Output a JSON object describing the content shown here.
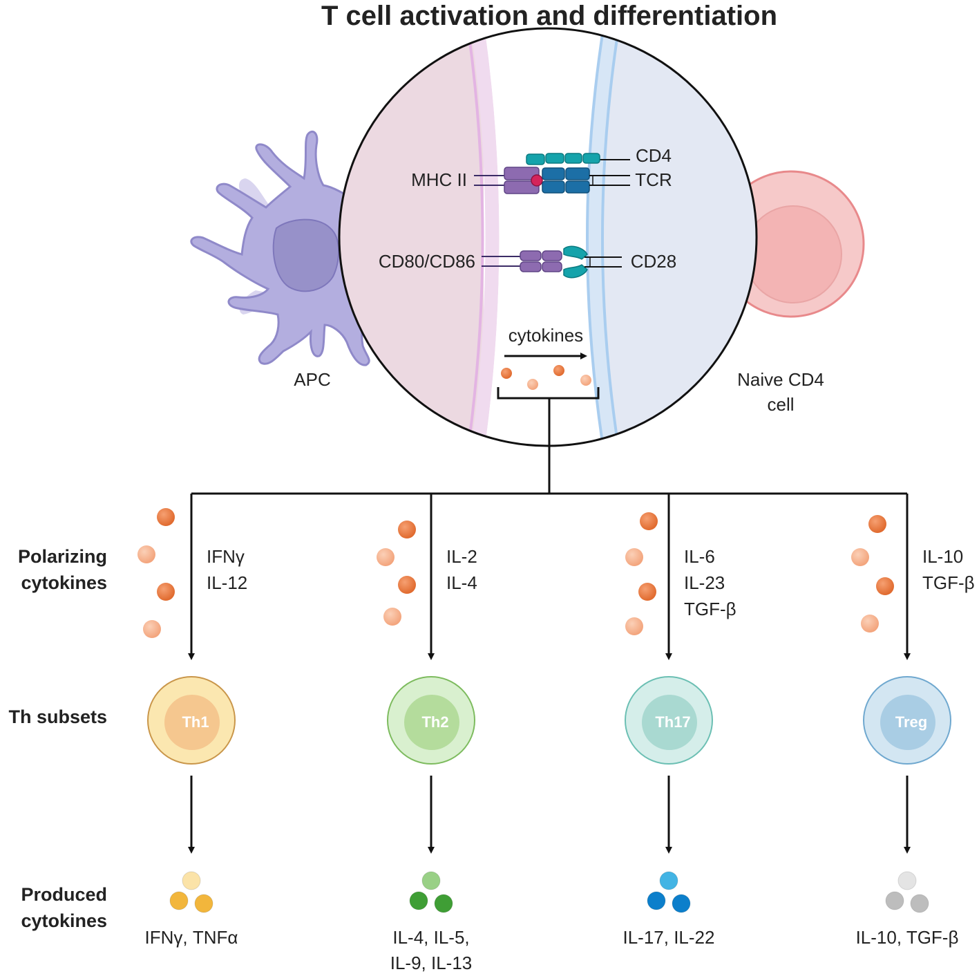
{
  "title": "T cell activation and differentiation",
  "cells": {
    "apc": "APC",
    "naive": [
      "Naive CD4",
      "cell"
    ]
  },
  "synapse": {
    "cd4": "CD4",
    "tcr": "TCR",
    "mhc": "MHC II",
    "cd80": "CD80/CD86",
    "cd28": "CD28",
    "cytokines": "cytokines"
  },
  "rows": {
    "polarizing": [
      "Polarizing",
      "cytokines"
    ],
    "subsets": "Th subsets",
    "produced": [
      "Produced",
      "cytokines"
    ]
  },
  "branches": [
    {
      "subset": "Th1",
      "polarizing": [
        "IFNγ",
        "IL-12"
      ],
      "produced": [
        "IFNγ, TNFα"
      ],
      "color": "#fbe7b0",
      "inner": "#f5c78f",
      "stroke": "#c9964a",
      "dot_light": "#fbe3a8",
      "dot_dark": "#f2b63c"
    },
    {
      "subset": "Th2",
      "polarizing": [
        "IL-2",
        "IL-4"
      ],
      "produced": [
        "IL-4, IL-5,",
        "IL-9, IL-13"
      ],
      "color": "#d9f0cf",
      "inner": "#b4dc9c",
      "stroke": "#7dbb5e",
      "dot_light": "#99d086",
      "dot_dark": "#3f9e35"
    },
    {
      "subset": "Th17",
      "polarizing": [
        "IL-6",
        "IL-23",
        "TGF-β"
      ],
      "produced": [
        "IL-17, IL-22"
      ],
      "color": "#d5eeea",
      "inner": "#a9d9d1",
      "stroke": "#6bbfb3",
      "dot_light": "#43b4e4",
      "dot_dark": "#0c7fcb"
    },
    {
      "subset": "Treg",
      "polarizing": [
        "IL-10",
        "TGF-β"
      ],
      "produced": [
        "IL-10, TGF-β"
      ],
      "color": "#d3e6f2",
      "inner": "#a9cde4",
      "stroke": "#6fa8cf",
      "dot_light": "#e4e4e4",
      "dot_dark": "#bdbdbd"
    }
  ],
  "colors": {
    "apc": "#b3aedf",
    "apc_nucleus": "#9791c9",
    "naive": "#f6c9c9",
    "naive_stroke": "#e8898b",
    "synapse_left": "#ecd9e1",
    "synapse_right": "#e3e8f3",
    "cytokine_dark": "#ee7e44",
    "cytokine_light": "#f7b28f"
  }
}
